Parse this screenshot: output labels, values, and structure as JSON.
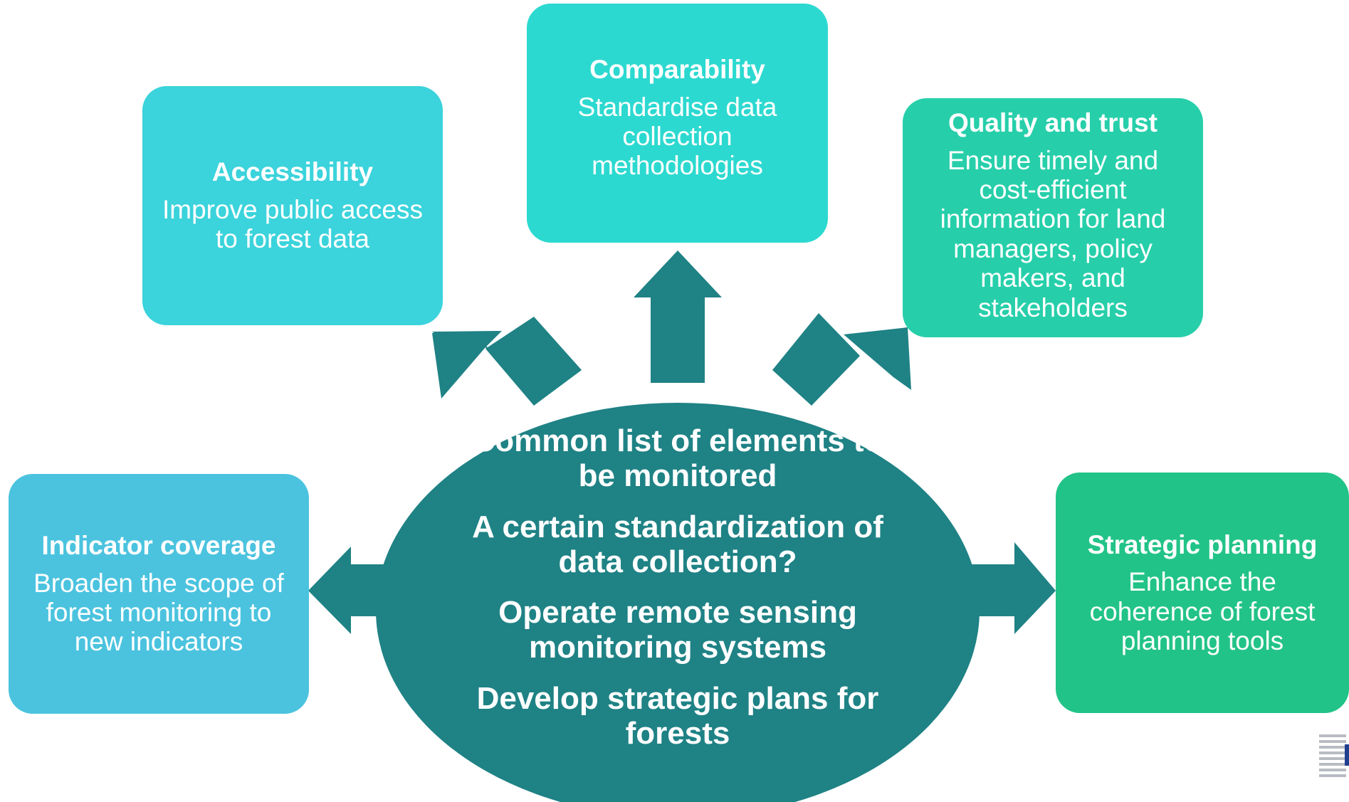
{
  "colors": {
    "hub": "#1f8285",
    "accessibility": "#3bd3dc",
    "comparability": "#2cd9d0",
    "quality": "#26cfaa",
    "indicator": "#4bc3df",
    "strategic": "#22c388",
    "text": "#ffffff"
  },
  "hub": {
    "items": [
      "Common list of elements to be monitored",
      "A certain standardization of data collection?",
      "Operate remote sensing monitoring systems",
      "Develop strategic plans for forests"
    ]
  },
  "boxes": {
    "accessibility": {
      "title": "Accessibility",
      "body": "Improve public access to forest data"
    },
    "comparability": {
      "title": "Comparability",
      "body": "Standardise data collection methodologies"
    },
    "quality": {
      "title": "Quality and trust",
      "body": "Ensure timely and cost-efficient information for land managers, policy makers, and stakeholders"
    },
    "indicator": {
      "title": "Indicator coverage",
      "body": "Broaden the scope of forest monitoring to new indicators"
    },
    "strategic": {
      "title": "Strategic planning",
      "body": "Enhance the coherence of forest planning tools"
    }
  },
  "logo": {
    "icon": "striped-logo-icon"
  }
}
